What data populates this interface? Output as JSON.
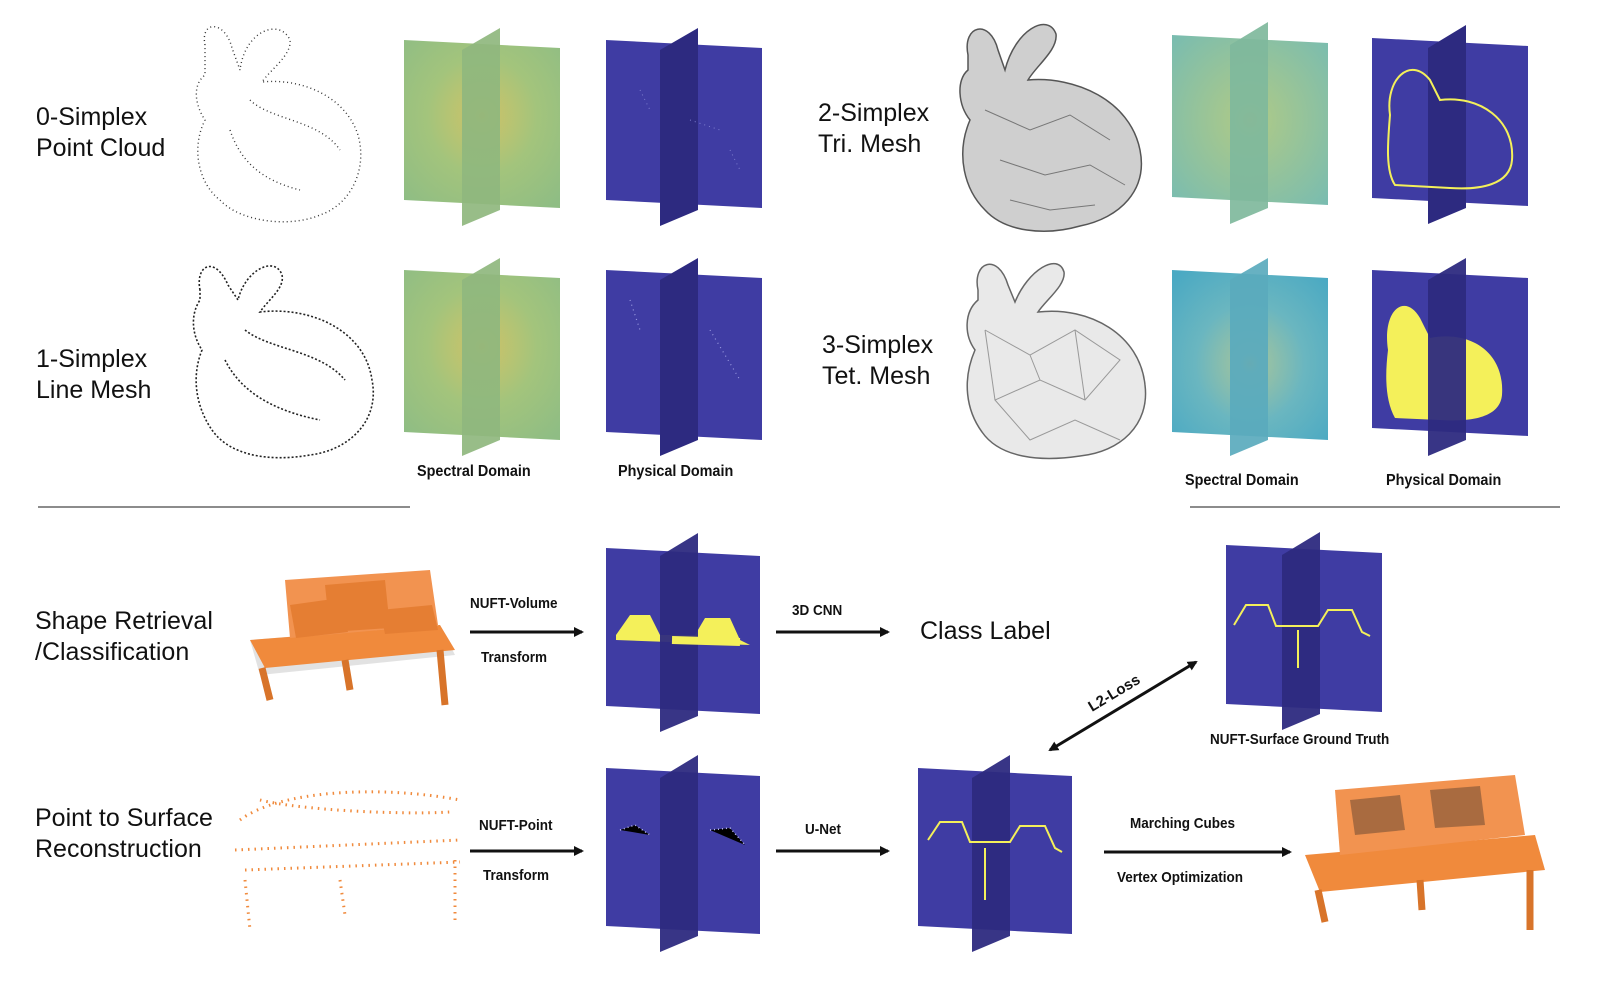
{
  "top": {
    "rows": [
      {
        "title": "0-Simplex",
        "subtitle": "Point Cloud"
      },
      {
        "title": "1-Simplex",
        "subtitle": "Line Mesh"
      },
      {
        "title": "2-Simplex",
        "subtitle": "Tri. Mesh"
      },
      {
        "title": "3-Simplex",
        "subtitle": "Tet. Mesh"
      }
    ],
    "captions": {
      "left_spectral": "Spectral Domain",
      "left_physical": "Physical Domain",
      "right_spectral": "Spectral Domain",
      "right_physical": "Physical Domain"
    }
  },
  "bottom": {
    "tasks": [
      {
        "line1": "Shape Retrieval",
        "line2": "/Classification"
      },
      {
        "line1": "Point to Surface",
        "line2": "Reconstruction"
      }
    ],
    "arrows": {
      "nuft_volume_top": "NUFT-Volume",
      "nuft_volume_bottom": "Transform",
      "cnn3d": "3D CNN",
      "nuft_point_top": "NUFT-Point",
      "nuft_point_bottom": "Transform",
      "unet": "U-Net",
      "marching_top": "Marching Cubes",
      "marching_bottom": "Vertex Optimization",
      "l2loss": "L2-Loss"
    },
    "class_label": "Class Label",
    "ground_truth_caption": "NUFT-Surface Ground Truth"
  },
  "colors": {
    "spectral_green": "#a9c77e",
    "spectral_blue": "#5fb3c3",
    "physical_purple": "#3d3a9e",
    "physical_purple_dark": "#2d2a7d",
    "highlight_yellow": "#f4f05a",
    "sofa_orange": "#f08a3c"
  }
}
